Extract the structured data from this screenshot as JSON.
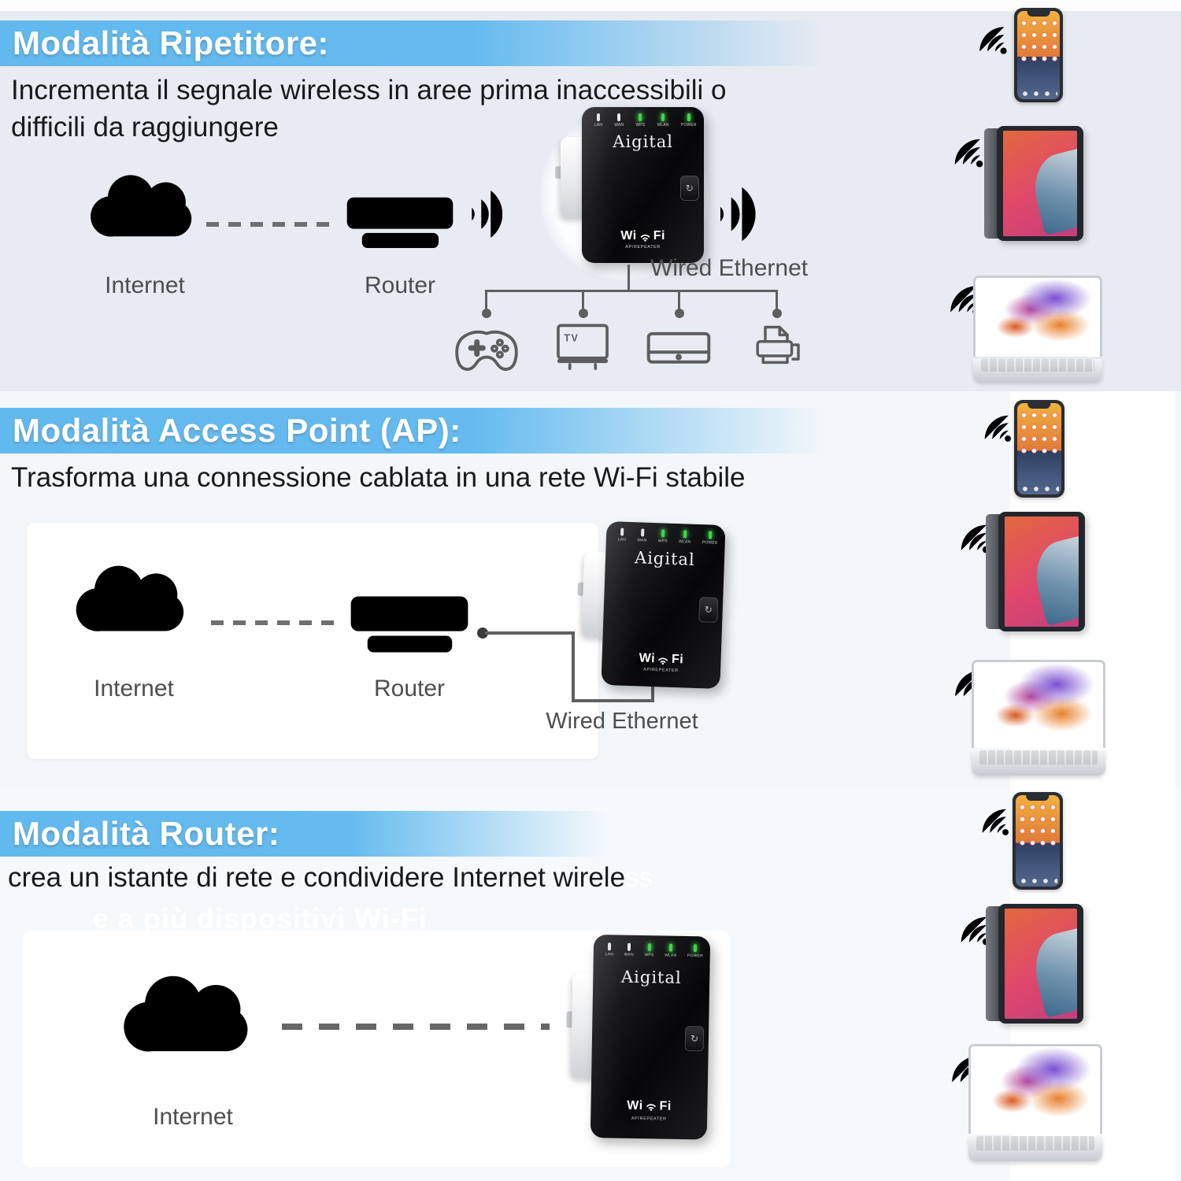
{
  "colors": {
    "banner_blue": "#63baee",
    "wifi_arc_blue": "#4196d6",
    "wifi_fan_blue": "#1b7ec2",
    "led_green": "#43d34d",
    "outline_icon_gray": "#5d5d5d"
  },
  "sections": [
    {
      "title": "Modalità Ripetitore:",
      "subtitle": "Incrementa il segnale wireless in aree prima inaccessibili o difficili da raggiungere",
      "internet_label": "Internet",
      "router_label": "Router",
      "wired_label": "Wired Ethernet"
    },
    {
      "title": "Modalità Access Point (AP):",
      "subtitle": "Trasforma una connessione cablata in una rete Wi-Fi stabile",
      "internet_label": "Internet",
      "router_label": "Router",
      "wired_label": "Wired Ethernet"
    },
    {
      "title": "Modalità Router:",
      "subtitle": "crea un istante di rete e condividere Internet wirele",
      "subtitle_faded_tail": "ss",
      "faded_caption": "e a più dispositivi Wi-Fi",
      "internet_label": "Internet"
    }
  ],
  "device": {
    "brand": "Aigital",
    "led_labels": [
      "LAN",
      "WAN",
      "WPS",
      "WLAN",
      "POWER"
    ],
    "logo_wi": "Wi",
    "logo_fi": "Fi",
    "logo_sub": "AP/REPEATER",
    "wps_glyph": "↻"
  },
  "icons": {
    "tv_label": "TV"
  }
}
